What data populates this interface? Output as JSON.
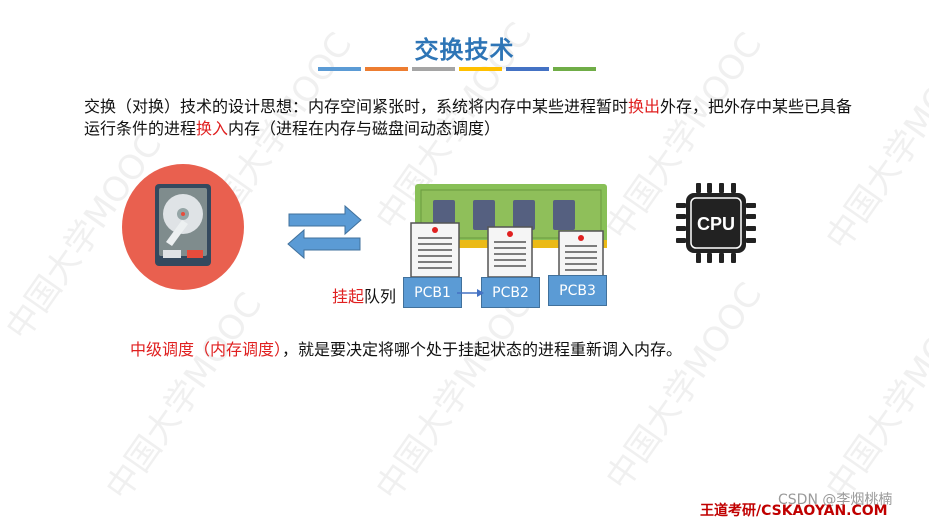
{
  "title": "交换技术",
  "title_bar_colors": [
    "#5b9bd5",
    "#ed7d31",
    "#a5a5a5",
    "#ffc000",
    "#4472c4",
    "#70ad47"
  ],
  "paragraph": {
    "p1": "交换（对换）技术的设计思想：内存空间紧张时，系统将内存中某些进程暂时",
    "swap_out": "换出",
    "p2": "外存，把外存中某些已具备运行条件的进程",
    "swap_in": "换入",
    "p3": "内存（进程在内存与磁盘间动态调度）"
  },
  "diagram": {
    "queue_red": "挂起",
    "queue_black": "队列",
    "pcbs": [
      "PCB1",
      "PCB2",
      "PCB3"
    ],
    "cpu_label": "CPU"
  },
  "bottom": {
    "red": "中级调度（内存调度）",
    "rest": "，就是要决定将哪个处于挂起状态的进程重新调入内存。"
  },
  "watermark_text": "中国大学MOOC",
  "footer": "王道考研/CSKAOYAN.COM",
  "csdn_mark": "CSDN @李烟桃楠",
  "colors": {
    "title": "#2e75b6",
    "red": "#e02020",
    "pcb": "#5b9bd5",
    "disk_bg": "#e9604f"
  }
}
